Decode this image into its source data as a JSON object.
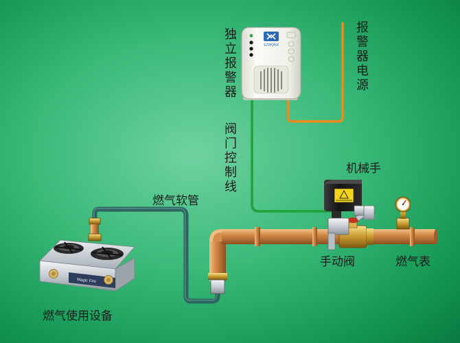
{
  "labels": {
    "alarm": "独立报警器",
    "alarm_power": "报警器电源",
    "valve_control_line": "阀门控制线",
    "manipulator": "机械手",
    "gas_hose": "燃气软管",
    "manual_valve": "手动阀",
    "gas_meter": "燃气表",
    "gas_appliance": "燃气使用设备"
  },
  "device_brand": "SZWQNX",
  "stove_brand": "Magic Fire",
  "colors": {
    "background": "#2fb06e",
    "power_cable": "#f08a1c",
    "control_wire": "#1fa23a",
    "gas_hose": "#2e6460",
    "copper_pipe": "#cf8a45",
    "alarm_body": "#f4f4ef",
    "manipulator_body": "#1a1a1a",
    "warning_label": "#f2d21b"
  }
}
